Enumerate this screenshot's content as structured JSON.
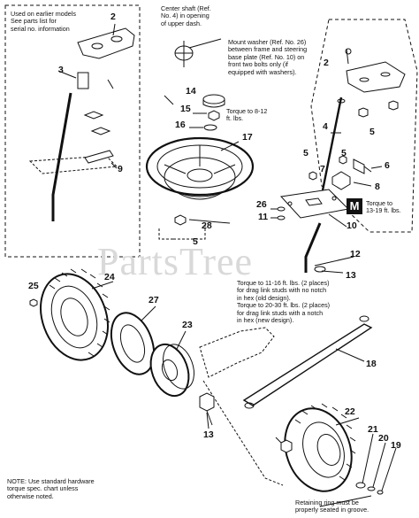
{
  "notes": {
    "earlier_models": "Used on earlier models\nSee parts list for\nserial no. information",
    "center_shaft": "Center shaft (Ref.\nNo. 4) in opening\nof upper dash.",
    "mount_washer": "Mount washer (Ref. No. 26)\nbetween frame and steering\nbase plate (Ref. No. 10) on\nfront two bolts only (if\nequipped with washers).",
    "torque_8_12": "Torque to 8-12\nft. lbs.",
    "torque_13_19": "Torque to\n13-19 ft. lbs.",
    "torque_drag_link": "Torque to 11-16 ft. lbs. (2 places)\nfor drag link studs with no notch\nin hex (old design).\nTorque to 20-30 ft. lbs. (2 places)\nfor drag link studs with a notch\nin hex (new design).",
    "retaining_ring": "Retaining ring must be\nproperly seated in groove.",
    "hardware_note": "NOTE: Use standard hardware\ntorque spec. chart unless\notherwise noted."
  },
  "badge": "M",
  "watermark": "PartsTree",
  "callouts": {
    "n2a": "2",
    "n3": "3",
    "n9": "9",
    "n2b": "2",
    "n4": "4",
    "n5a": "5",
    "n5b": "5",
    "n5c": "5",
    "n7": "7",
    "n6": "6",
    "n8": "8",
    "n14": "14",
    "n15": "15",
    "n16": "16",
    "n17": "17",
    "n26": "26",
    "n11": "11",
    "n28": "28",
    "n5d": "5",
    "n10": "10",
    "n12": "12",
    "n13a": "13",
    "n25": "25",
    "n24": "24",
    "n27": "27",
    "n23": "23",
    "n18": "18",
    "n22": "22",
    "n13b": "13",
    "n21": "21",
    "n20": "20",
    "n19": "19"
  }
}
